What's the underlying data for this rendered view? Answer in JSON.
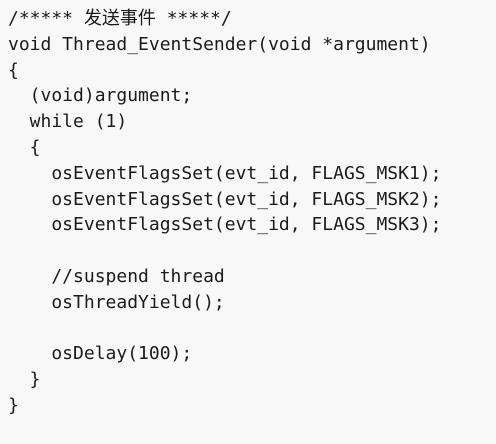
{
  "code": {
    "lines": [
      "/***** 发送事件 *****/",
      "void Thread_EventSender(void *argument)",
      "{",
      "  (void)argument;",
      "  while (1)",
      "  {",
      "    osEventFlagsSet(evt_id, FLAGS_MSK1);",
      "    osEventFlagsSet(evt_id, FLAGS_MSK2);",
      "    osEventFlagsSet(evt_id, FLAGS_MSK3);",
      "",
      "    //suspend thread",
      "    osThreadYield();",
      "",
      "    osDelay(100);",
      "  }",
      "}"
    ]
  }
}
